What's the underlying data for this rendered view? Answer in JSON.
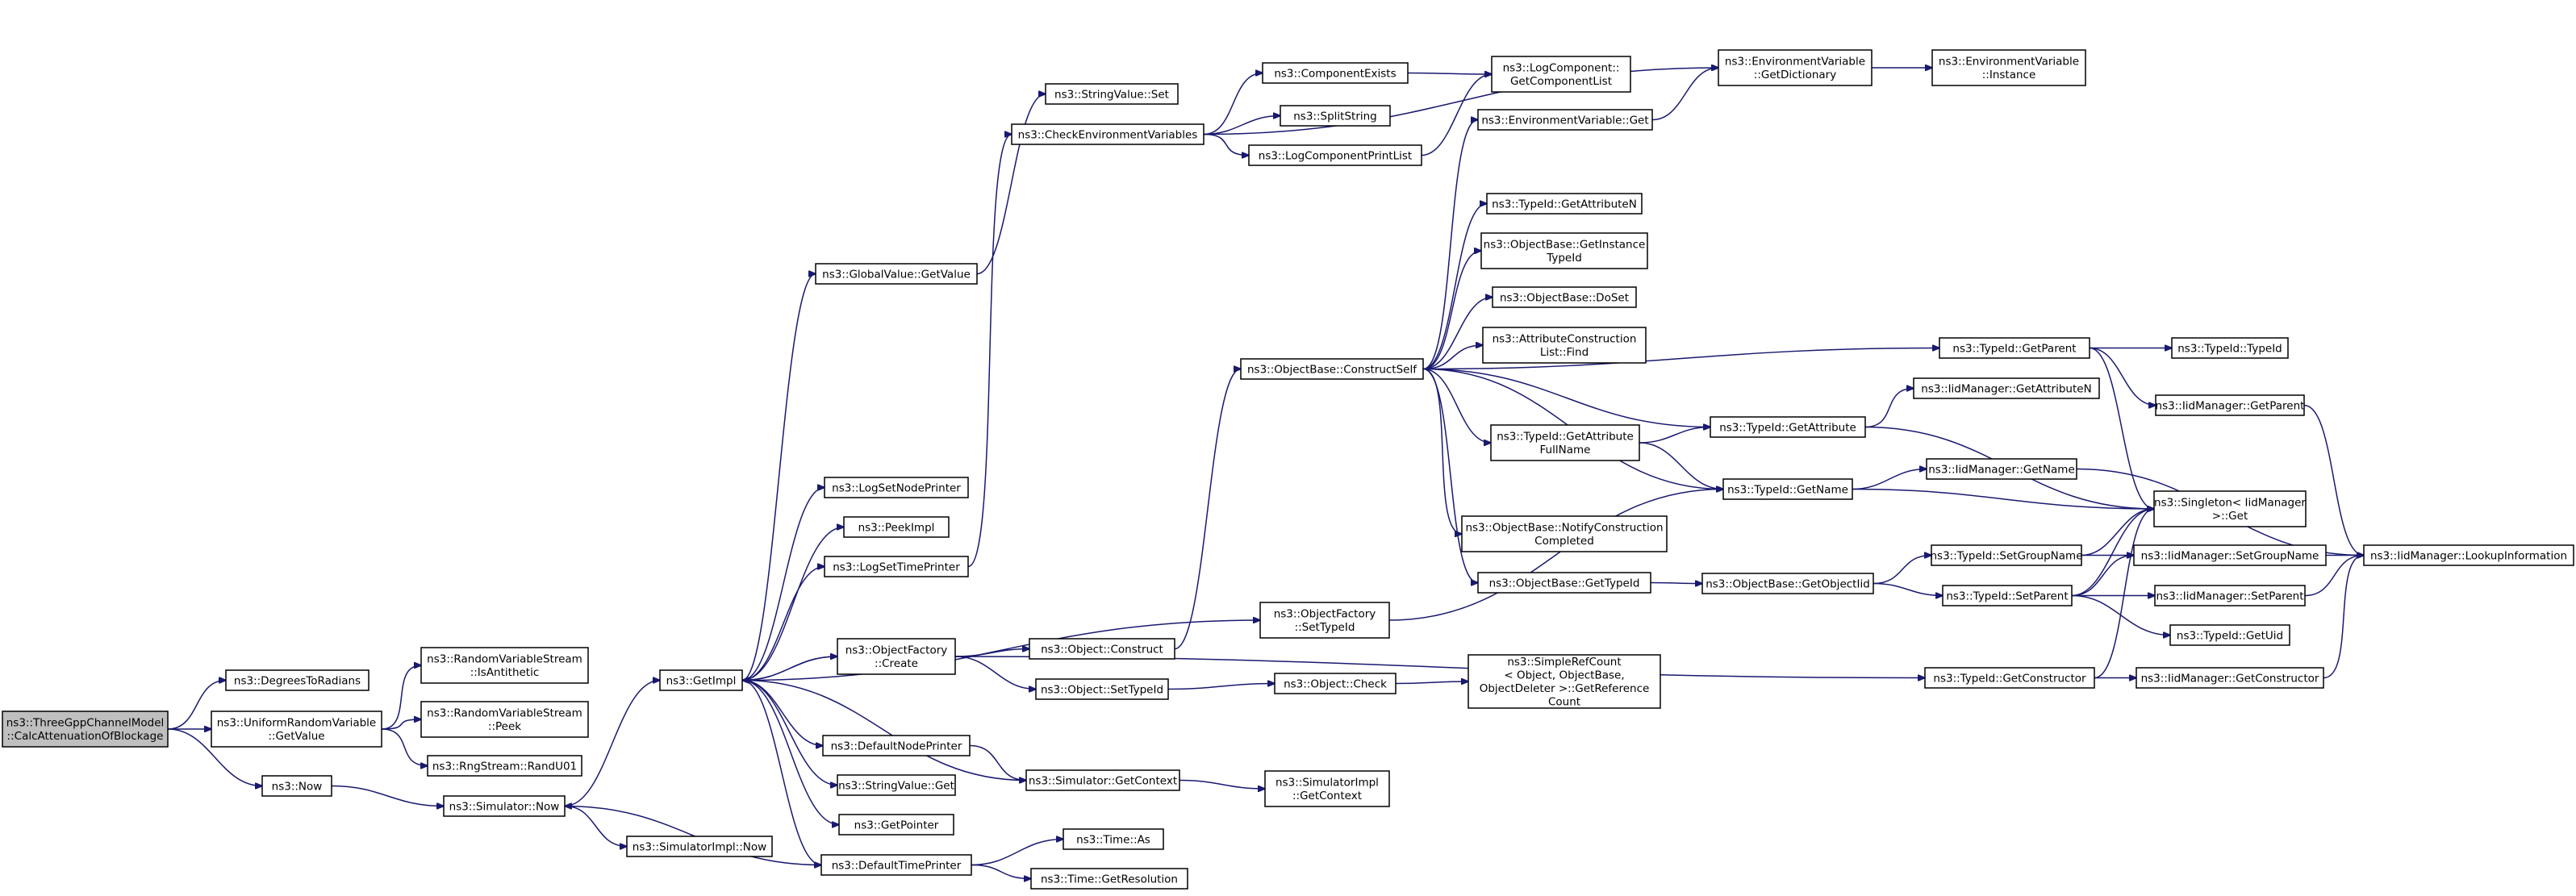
{
  "diagram": {
    "type": "call-graph",
    "nodes": [
      {
        "id": "root",
        "label": [
          "ns3::ThreeGppChannelModel",
          "::CalcAttenuationOfBlockage"
        ],
        "root": true
      },
      {
        "id": "deg",
        "label": [
          "ns3::DegreesToRadians"
        ]
      },
      {
        "id": "urvget",
        "label": [
          "ns3::UniformRandomVariable",
          "::GetValue"
        ]
      },
      {
        "id": "now",
        "label": [
          "ns3::Now"
        ]
      },
      {
        "id": "isanti",
        "label": [
          "ns3::RandomVariableStream",
          "::IsAntithetic"
        ]
      },
      {
        "id": "peek",
        "label": [
          "ns3::RandomVariableStream",
          "::Peek"
        ]
      },
      {
        "id": "randu",
        "label": [
          "ns3::RngStream::RandU01"
        ]
      },
      {
        "id": "simnow",
        "label": [
          "ns3::Simulator::Now"
        ]
      },
      {
        "id": "simimplnow",
        "label": [
          "ns3::SimulatorImpl::Now"
        ]
      },
      {
        "id": "getimpl",
        "label": [
          "ns3::GetImpl"
        ]
      },
      {
        "id": "gvget",
        "label": [
          "ns3::GlobalValue::GetValue"
        ]
      },
      {
        "id": "lognode",
        "label": [
          "ns3::LogSetNodePrinter"
        ]
      },
      {
        "id": "peekimpl",
        "label": [
          "ns3::PeekImpl"
        ]
      },
      {
        "id": "logtime",
        "label": [
          "ns3::LogSetTimePrinter"
        ]
      },
      {
        "id": "ofcreate",
        "label": [
          "ns3::ObjectFactory",
          "::Create"
        ]
      },
      {
        "id": "defnode",
        "label": [
          "ns3::DefaultNodePrinter"
        ]
      },
      {
        "id": "svget",
        "label": [
          "ns3::StringValue::Get"
        ]
      },
      {
        "id": "getptr",
        "label": [
          "ns3::GetPointer"
        ]
      },
      {
        "id": "deftime",
        "label": [
          "ns3::DefaultTimePrinter"
        ]
      },
      {
        "id": "svset",
        "label": [
          "ns3::StringValue::Set"
        ]
      },
      {
        "id": "checkenv",
        "label": [
          "ns3::CheckEnvironmentVariables"
        ]
      },
      {
        "id": "compex",
        "label": [
          "ns3::ComponentExists"
        ]
      },
      {
        "id": "split",
        "label": [
          "ns3::SplitString"
        ]
      },
      {
        "id": "logprint",
        "label": [
          "ns3::LogComponentPrintList"
        ]
      },
      {
        "id": "logcomp",
        "label": [
          "ns3::LogComponent::",
          "GetComponentList"
        ]
      },
      {
        "id": "envdict",
        "label": [
          "ns3::EnvironmentVariable",
          "::GetDictionary"
        ]
      },
      {
        "id": "envinst",
        "label": [
          "ns3::EnvironmentVariable",
          "::Instance"
        ]
      },
      {
        "id": "envget",
        "label": [
          "ns3::EnvironmentVariable::Get"
        ]
      },
      {
        "id": "tidattrn",
        "label": [
          "ns3::TypeId::GetAttributeN"
        ]
      },
      {
        "id": "obinst",
        "label": [
          "ns3::ObjectBase::GetInstance",
          "TypeId"
        ]
      },
      {
        "id": "obdoset",
        "label": [
          "ns3::ObjectBase::DoSet"
        ]
      },
      {
        "id": "attrfind",
        "label": [
          "ns3::AttributeConstruction",
          "List::Find"
        ]
      },
      {
        "id": "construct",
        "label": [
          "ns3::ObjectBase::ConstructSelf"
        ]
      },
      {
        "id": "tidattrfull",
        "label": [
          "ns3::TypeId::GetAttribute",
          "FullName"
        ]
      },
      {
        "id": "notify",
        "label": [
          "ns3::ObjectBase::NotifyConstruction",
          "Completed"
        ]
      },
      {
        "id": "obgettid",
        "label": [
          "ns3::ObjectBase::GetTypeId"
        ]
      },
      {
        "id": "objconstruct",
        "label": [
          "ns3::Object::Construct"
        ]
      },
      {
        "id": "objsettid",
        "label": [
          "ns3::Object::SetTypeId"
        ]
      },
      {
        "id": "ofsettid",
        "label": [
          "ns3::ObjectFactory",
          "::SetTypeId"
        ]
      },
      {
        "id": "simctx",
        "label": [
          "ns3::Simulator::GetContext"
        ]
      },
      {
        "id": "simimplctx",
        "label": [
          "ns3::SimulatorImpl",
          "::GetContext"
        ]
      },
      {
        "id": "timeas",
        "label": [
          "ns3::Time::As"
        ]
      },
      {
        "id": "timeres",
        "label": [
          "ns3::Time::GetResolution"
        ]
      },
      {
        "id": "objcheck",
        "label": [
          "ns3::Object::Check"
        ]
      },
      {
        "id": "simpleref",
        "label": [
          "ns3::SimpleRefCount",
          "< Object, ObjectBase,",
          "ObjectDeleter >::GetReference",
          "Count"
        ]
      },
      {
        "id": "tidgetattr",
        "label": [
          "ns3::TypeId::GetAttribute"
        ]
      },
      {
        "id": "tidgetname",
        "label": [
          "ns3::TypeId::GetName"
        ]
      },
      {
        "id": "obgetoiid",
        "label": [
          "ns3::ObjectBase::GetObjectIid"
        ]
      },
      {
        "id": "tidparent",
        "label": [
          "ns3::TypeId::GetParent"
        ]
      },
      {
        "id": "tidgetcons",
        "label": [
          "ns3::TypeId::GetConstructor"
        ]
      },
      {
        "id": "iidattrn",
        "label": [
          "ns3::IidManager::GetAttributeN"
        ]
      },
      {
        "id": "iidname",
        "label": [
          "ns3::IidManager::GetName"
        ]
      },
      {
        "id": "tidsetgrp",
        "label": [
          "ns3::TypeId::SetGroupName"
        ]
      },
      {
        "id": "tidsetpar",
        "label": [
          "ns3::TypeId::SetParent"
        ]
      },
      {
        "id": "tidtid",
        "label": [
          "ns3::TypeId::TypeId"
        ]
      },
      {
        "id": "iidgetpar",
        "label": [
          "ns3::IidManager::GetParent"
        ]
      },
      {
        "id": "singleton",
        "label": [
          "ns3::Singleton< IidManager",
          ">::Get"
        ]
      },
      {
        "id": "iidsetgrp",
        "label": [
          "ns3::IidManager::SetGroupName"
        ]
      },
      {
        "id": "iidsetpar",
        "label": [
          "ns3::IidManager::SetParent"
        ]
      },
      {
        "id": "tidgetuid",
        "label": [
          "ns3::TypeId::GetUid"
        ]
      },
      {
        "id": "iidgetcons",
        "label": [
          "ns3::IidManager::GetConstructor"
        ]
      },
      {
        "id": "lookup",
        "label": [
          "ns3::IidManager::LookupInformation"
        ]
      }
    ],
    "edges": [
      [
        "root",
        "deg"
      ],
      [
        "root",
        "urvget"
      ],
      [
        "root",
        "now"
      ],
      [
        "urvget",
        "isanti"
      ],
      [
        "urvget",
        "peek"
      ],
      [
        "urvget",
        "randu"
      ],
      [
        "now",
        "simnow"
      ],
      [
        "simnow",
        "getimpl"
      ],
      [
        "simnow",
        "simimplnow"
      ],
      [
        "getimpl",
        "gvget"
      ],
      [
        "getimpl",
        "lognode"
      ],
      [
        "getimpl",
        "peekimpl"
      ],
      [
        "getimpl",
        "logtime"
      ],
      [
        "getimpl",
        "ofsettid"
      ],
      [
        "getimpl",
        "ofcreate"
      ],
      [
        "getimpl",
        "defnode"
      ],
      [
        "getimpl",
        "svget"
      ],
      [
        "getimpl",
        "getptr"
      ],
      [
        "getimpl",
        "deftime"
      ],
      [
        "gvget",
        "svset"
      ],
      [
        "logtime",
        "checkenv"
      ],
      [
        "checkenv",
        "envdict"
      ],
      [
        "checkenv",
        "compex"
      ],
      [
        "checkenv",
        "split"
      ],
      [
        "checkenv",
        "logprint"
      ],
      [
        "compex",
        "logcomp"
      ],
      [
        "logprint",
        "logcomp"
      ],
      [
        "envdict",
        "envinst"
      ],
      [
        "envget",
        "envdict"
      ],
      [
        "ofcreate",
        "objconstruct"
      ],
      [
        "ofcreate",
        "objsettid"
      ],
      [
        "ofcreate",
        "tidgetcons"
      ],
      [
        "ofcreate",
        "getimpl"
      ],
      [
        "objconstruct",
        "construct"
      ],
      [
        "objsettid",
        "objcheck"
      ],
      [
        "objcheck",
        "simpleref"
      ],
      [
        "defnode",
        "simctx"
      ],
      [
        "simctx",
        "getimpl"
      ],
      [
        "simctx",
        "simimplctx"
      ],
      [
        "deftime",
        "simnow"
      ],
      [
        "deftime",
        "timeas"
      ],
      [
        "deftime",
        "timeres"
      ],
      [
        "ofsettid",
        "tidgetname"
      ],
      [
        "construct",
        "envget"
      ],
      [
        "construct",
        "tidparent"
      ],
      [
        "construct",
        "tidattrn"
      ],
      [
        "construct",
        "obinst"
      ],
      [
        "construct",
        "obdoset"
      ],
      [
        "construct",
        "attrfind"
      ],
      [
        "construct",
        "tidgetattr"
      ],
      [
        "construct",
        "tidattrfull"
      ],
      [
        "construct",
        "tidgetname"
      ],
      [
        "construct",
        "notify"
      ],
      [
        "construct",
        "obgettid"
      ],
      [
        "tidattrfull",
        "tidgetattr"
      ],
      [
        "tidattrfull",
        "tidgetname"
      ],
      [
        "obgettid",
        "obgetoiid"
      ],
      [
        "obgetoiid",
        "tidsetgrp"
      ],
      [
        "obgetoiid",
        "tidsetpar"
      ],
      [
        "tidgetattr",
        "iidattrn"
      ],
      [
        "tidgetattr",
        "singleton"
      ],
      [
        "tidgetname",
        "iidname"
      ],
      [
        "tidgetname",
        "singleton"
      ],
      [
        "tidparent",
        "tidtid"
      ],
      [
        "tidparent",
        "iidgetpar"
      ],
      [
        "tidparent",
        "singleton"
      ],
      [
        "iidgetpar",
        "lookup"
      ],
      [
        "iidname",
        "lookup"
      ],
      [
        "tidsetgrp",
        "singleton"
      ],
      [
        "tidsetgrp",
        "iidsetgrp"
      ],
      [
        "tidsetpar",
        "singleton"
      ],
      [
        "tidsetpar",
        "iidsetgrp"
      ],
      [
        "tidsetpar",
        "iidsetpar"
      ],
      [
        "tidsetpar",
        "tidgetuid"
      ],
      [
        "tidgetcons",
        "singleton"
      ],
      [
        "tidgetcons",
        "iidgetcons"
      ],
      [
        "iidsetgrp",
        "lookup"
      ],
      [
        "iidsetpar",
        "lookup"
      ],
      [
        "iidgetcons",
        "lookup"
      ]
    ]
  }
}
